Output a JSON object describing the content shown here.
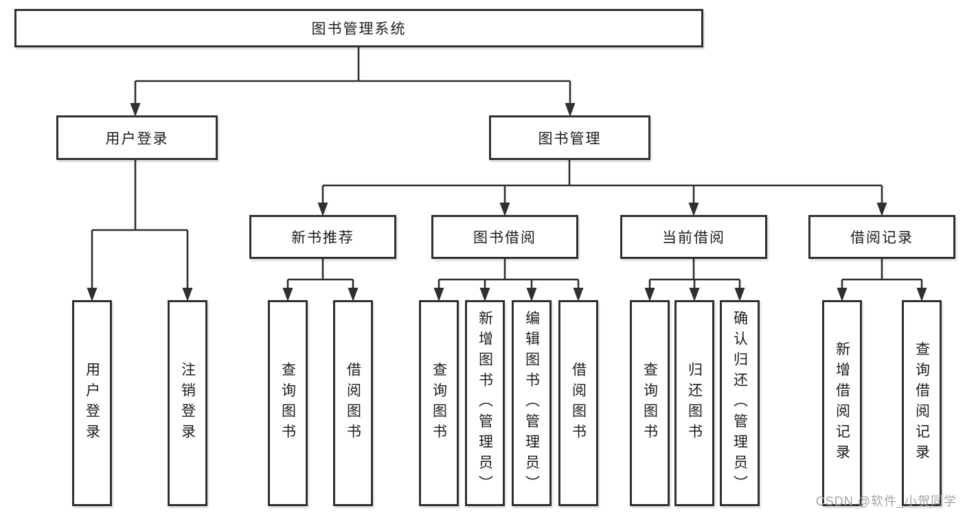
{
  "tree": {
    "label": "图书管理系统",
    "children": [
      {
        "label": "用户登录",
        "children": [
          {
            "label": "用户登录"
          },
          {
            "label": "注销登录"
          }
        ]
      },
      {
        "label": "图书管理",
        "children": [
          {
            "label": "新书推荐",
            "children": [
              {
                "label": "查询图书"
              },
              {
                "label": "借阅图书"
              }
            ]
          },
          {
            "label": "图书借阅",
            "children": [
              {
                "label": "查询图书"
              },
              {
                "label": "新增图书（管理员）"
              },
              {
                "label": "编辑图书（管理员）"
              },
              {
                "label": "借阅图书"
              }
            ]
          },
          {
            "label": "当前借阅",
            "children": [
              {
                "label": "查询图书"
              },
              {
                "label": "归还图书"
              },
              {
                "label": "确认归还（管理员）"
              }
            ]
          },
          {
            "label": "借阅记录",
            "children": [
              {
                "label": "新增借阅记录"
              },
              {
                "label": "查询借阅记录"
              }
            ]
          }
        ]
      }
    ]
  },
  "watermark": "CSDN @软件_小贺同学",
  "colors": {
    "line": "#2f2f2f",
    "box_border": "#2f2f2f",
    "box_fill": "#ffffff",
    "text": "#1c1c1c",
    "watermark": "#a3a3a3"
  }
}
